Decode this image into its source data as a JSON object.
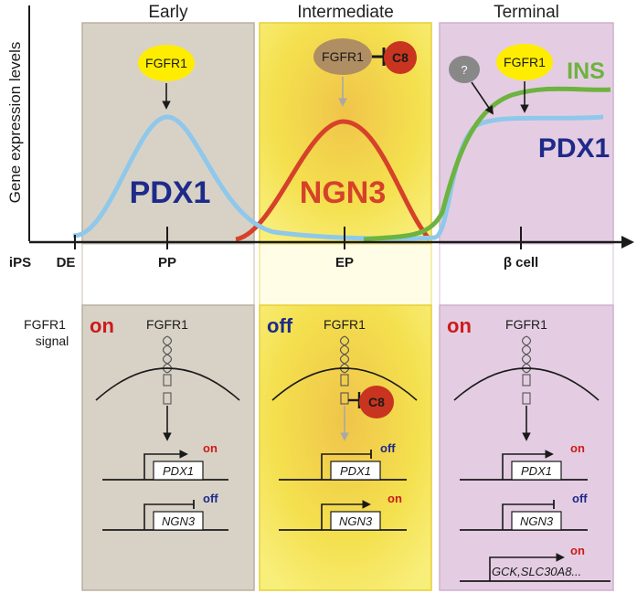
{
  "stages": {
    "early": "Early",
    "intermediate": "Intermediate",
    "terminal": "Terminal"
  },
  "y_axis_label": "Gene expression levels",
  "timeline": {
    "ips": "iPS",
    "de": "DE",
    "pp": "PP",
    "ep": "EP",
    "beta_cell": "β cell"
  },
  "curves": {
    "pdx1_early": "PDX1",
    "ngn3": "NGN3",
    "pdx1_terminal": "PDX1",
    "ins": "INS"
  },
  "top_badges": {
    "fgfr1_early": "FGFR1",
    "fgfr1_intermediate": "FGFR1",
    "c8_top": "C8",
    "question": "?",
    "fgfr1_terminal": "FGFR1"
  },
  "signal_label_line1": "FGFR1",
  "signal_label_line2": "signal",
  "panels": {
    "early": {
      "state": "on",
      "receptor": "FGFR1",
      "gene1": "PDX1",
      "gene1_state": "on",
      "gene2": "NGN3",
      "gene2_state": "off"
    },
    "intermediate": {
      "state": "off",
      "receptor": "FGFR1",
      "inhibitor": "C8",
      "gene1": "PDX1",
      "gene1_state": "off",
      "gene2": "NGN3",
      "gene2_state": "on"
    },
    "terminal": {
      "state": "on",
      "receptor": "FGFR1",
      "gene1": "PDX1",
      "gene1_state": "on",
      "gene2": "NGN3",
      "gene2_state": "off",
      "gene3": "GCK,SLC30A8...",
      "gene3_state": "on"
    }
  },
  "colors": {
    "early_bg": "#d8d2c6",
    "intermediate_bg": "#f3df4c",
    "terminal_bg": "#e4cde2",
    "pdx1_curve": "#8fc8ea",
    "ngn3_curve": "#d6412a",
    "ins_curve": "#6db33f",
    "on_red": "#cc1a1a",
    "off_blue": "#1e2a8a",
    "fgfr1_yellow": "#ffed00"
  }
}
